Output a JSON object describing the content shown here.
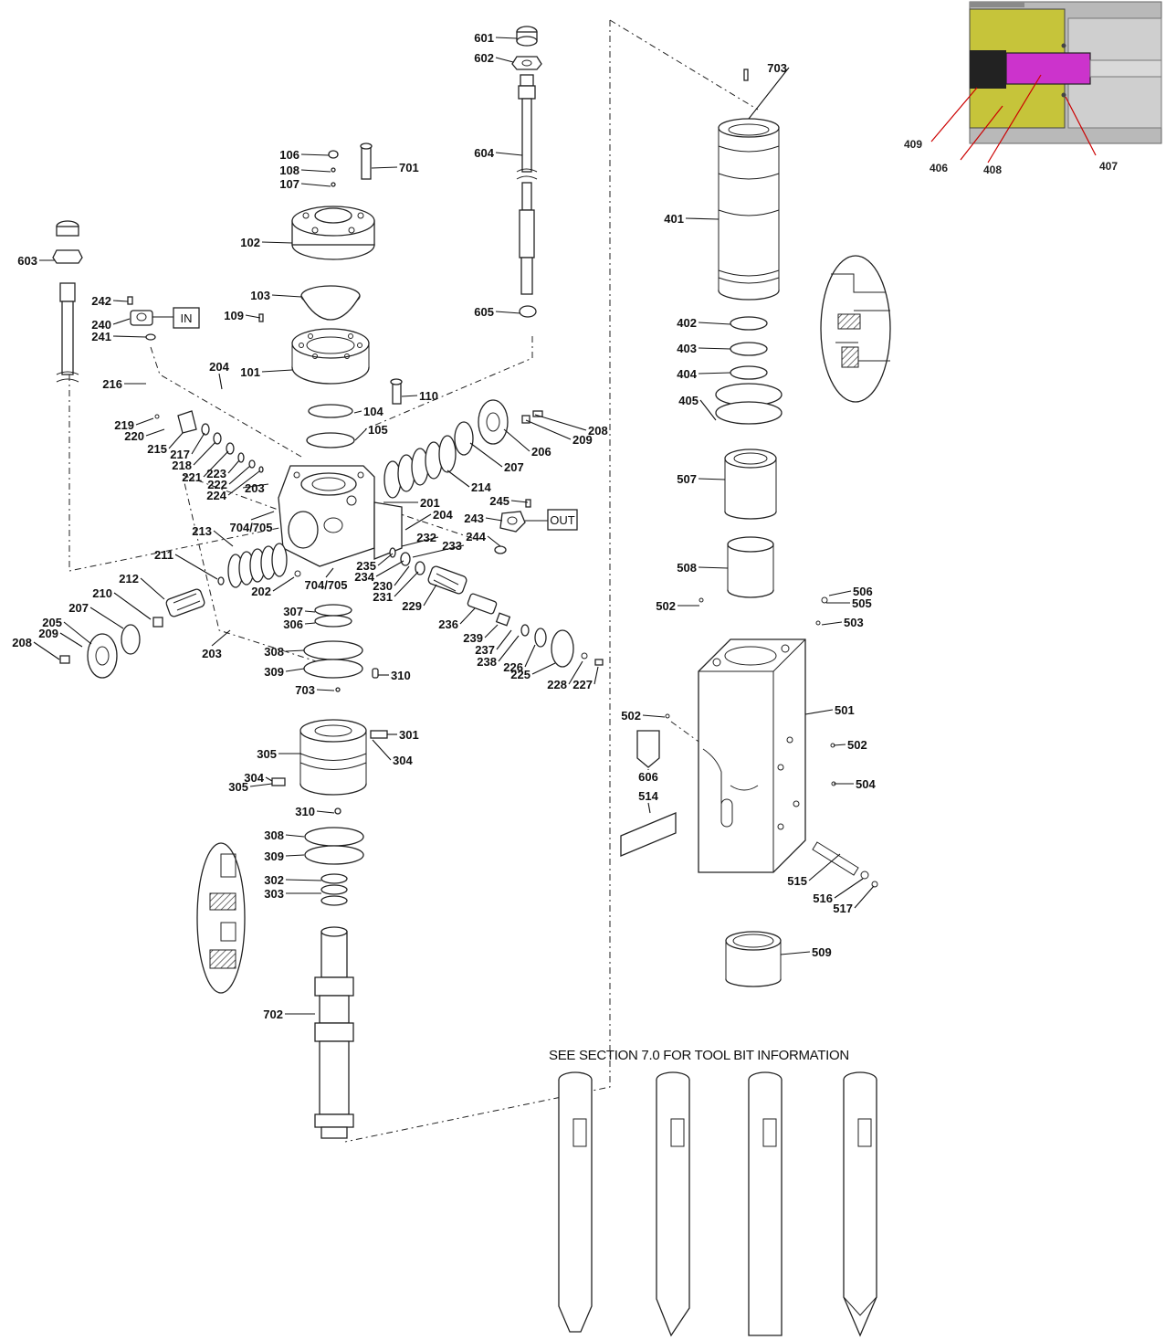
{
  "diagram": {
    "caption": "SEE SECTION 7.0 FOR TOOL BIT INFORMATION",
    "port_labels": {
      "in": "IN",
      "out": "OUT"
    },
    "inset_labels": [
      "409",
      "406",
      "408",
      "407"
    ],
    "colors": {
      "inset_yellow": "#c6c43a",
      "inset_magenta": "#cc33cc",
      "inset_gray": "#b9b9b9",
      "leader_red": "#cc0000"
    },
    "part_labels": [
      "601",
      "602",
      "604",
      "605",
      "603",
      "106",
      "108",
      "107",
      "701",
      "102",
      "103",
      "109",
      "101",
      "110",
      "104",
      "105",
      "242",
      "240",
      "241",
      "216",
      "204",
      "219",
      "220",
      "215",
      "217",
      "218",
      "221",
      "223",
      "222",
      "224",
      "203",
      "201",
      "204",
      "245",
      "243",
      "244",
      "232",
      "233",
      "235",
      "234",
      "230",
      "231",
      "229",
      "208",
      "209",
      "206",
      "207",
      "214",
      "704/705",
      "213",
      "211",
      "202",
      "704/705",
      "212",
      "210",
      "207",
      "205",
      "209",
      "208",
      "203",
      "236",
      "239",
      "237",
      "238",
      "226",
      "225",
      "228",
      "227",
      "307",
      "306",
      "308",
      "309",
      "703",
      "310",
      "301",
      "305",
      "304",
      "304",
      "305",
      "310",
      "308",
      "309",
      "302",
      "303",
      "702",
      "703",
      "401",
      "402",
      "403",
      "404",
      "405",
      "507",
      "508",
      "502",
      "506",
      "505",
      "503",
      "501",
      "502",
      "502",
      "504",
      "606",
      "514",
      "515",
      "516",
      "517",
      "509"
    ]
  }
}
